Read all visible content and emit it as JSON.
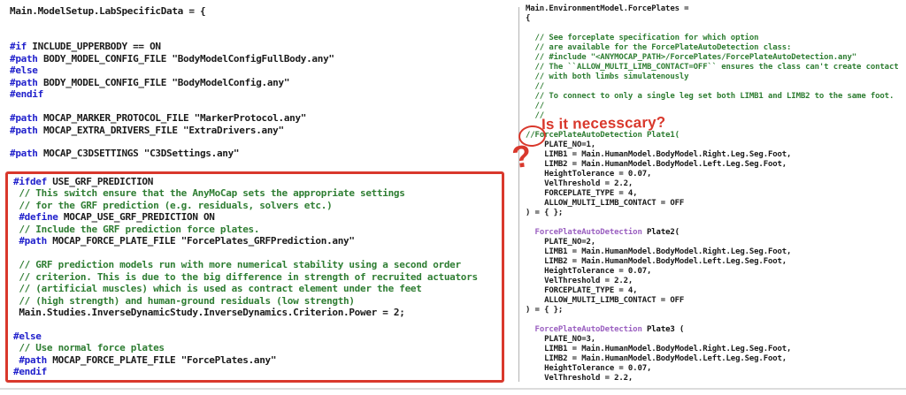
{
  "colors": {
    "preprocessor_blue": "#2121cc",
    "comment_green": "#2e7d32",
    "classname_purple": "#9a5fc0",
    "code_black": "#1a1a1a",
    "annotation_red": "#d9382c"
  },
  "left_panel": {
    "top_lines": [
      [
        {
          "t": "Main.ModelSetup.LabSpecificData = {",
          "c": "d"
        }
      ],
      [],
      [],
      [
        {
          "t": "#if",
          "c": "p"
        },
        {
          "t": " INCLUDE_UPPERBODY == ON",
          "c": "d"
        }
      ],
      [
        {
          "t": "#path",
          "c": "p"
        },
        {
          "t": " BODY_MODEL_CONFIG_FILE \"BodyModelConfigFullBody.any\"",
          "c": "d"
        }
      ],
      [
        {
          "t": "#else",
          "c": "p"
        }
      ],
      [
        {
          "t": "#path",
          "c": "p"
        },
        {
          "t": " BODY_MODEL_CONFIG_FILE \"BodyModelConfig.any\"",
          "c": "d"
        }
      ],
      [
        {
          "t": "#endif",
          "c": "p"
        }
      ],
      [],
      [
        {
          "t": "#path",
          "c": "p"
        },
        {
          "t": " MOCAP_MARKER_PROTOCOL_FILE \"MarkerProtocol.any\"",
          "c": "d"
        }
      ],
      [
        {
          "t": "#path",
          "c": "p"
        },
        {
          "t": " MOCAP_EXTRA_DRIVERS_FILE \"ExtraDrivers.any\"",
          "c": "d"
        }
      ],
      [],
      [
        {
          "t": "#path",
          "c": "p"
        },
        {
          "t": " MOCAP_C3DSETTINGS \"C3DSettings.any\"",
          "c": "d"
        }
      ]
    ],
    "boxed_lines": [
      [
        {
          "t": "#ifdef",
          "c": "p"
        },
        {
          "t": " USE_GRF_PREDICTION",
          "c": "d"
        }
      ],
      [
        {
          "t": " // This switch ensure that the AnyMoCap sets the appropriate settings",
          "c": "c"
        }
      ],
      [
        {
          "t": " // for the GRF prediction (e.g. residuals, solvers etc.)",
          "c": "c"
        }
      ],
      [
        {
          "t": " ",
          "c": "d"
        },
        {
          "t": "#define",
          "c": "p"
        },
        {
          "t": " MOCAP_USE_GRF_PREDICTION ON",
          "c": "d"
        }
      ],
      [
        {
          "t": " // Include the GRF prediction force plates.",
          "c": "c"
        }
      ],
      [
        {
          "t": " ",
          "c": "d"
        },
        {
          "t": "#path",
          "c": "p"
        },
        {
          "t": " MOCAP_FORCE_PLATE_FILE \"ForcePlates_GRFPrediction.any\"",
          "c": "d"
        }
      ],
      [],
      [
        {
          "t": " // GRF prediction models run with more numerical stability using a second order",
          "c": "c"
        }
      ],
      [
        {
          "t": " // criterion. This is due to the big difference in strength of recruited actuators",
          "c": "c"
        }
      ],
      [
        {
          "t": " // (artificial muscles) which is used as contract element under the feet",
          "c": "c"
        }
      ],
      [
        {
          "t": " // (high strength) and human-ground residuals (low strength)",
          "c": "c"
        }
      ],
      [
        {
          "t": " Main.Studies.InverseDynamicStudy.InverseDynamics.Criterion.Power = 2;",
          "c": "d"
        }
      ],
      [],
      [
        {
          "t": "#else",
          "c": "p"
        }
      ],
      [
        {
          "t": " // Use normal force plates",
          "c": "c"
        }
      ],
      [
        {
          "t": " ",
          "c": "d"
        },
        {
          "t": "#path",
          "c": "p"
        },
        {
          "t": " MOCAP_FORCE_PLATE_FILE \"ForcePlates.any\"",
          "c": "d"
        }
      ],
      [
        {
          "t": "#endif",
          "c": "p"
        }
      ]
    ]
  },
  "right_panel": {
    "lines": [
      [
        {
          "t": "Main.EnvironmentModel.ForcePlates =",
          "c": "d"
        }
      ],
      [
        {
          "t": "{",
          "c": "d"
        }
      ],
      [],
      [
        {
          "t": "  // See forceplate specification for which option",
          "c": "c"
        }
      ],
      [
        {
          "t": "  // are available for the ForcePlateAutoDetection class:",
          "c": "c"
        }
      ],
      [
        {
          "t": "  // #include \"<ANYMOCAP_PATH>/ForcePlates/ForcePlateAutoDetection.any\"",
          "c": "c"
        }
      ],
      [
        {
          "t": "  // The ``ALLOW_MULTI_LIMB_CONTACT=OFF`` ensures the class can't create contact",
          "c": "c"
        }
      ],
      [
        {
          "t": "  // with both limbs simulatenously",
          "c": "c"
        }
      ],
      [
        {
          "t": "  //",
          "c": "c"
        }
      ],
      [
        {
          "t": "  // To connect to only a single leg set both LIMB1 and LIMB2 to the same foot.",
          "c": "c"
        }
      ],
      [
        {
          "t": "  //",
          "c": "c"
        }
      ],
      [
        {
          "t": "  //",
          "c": "c"
        }
      ],
      [],
      [
        {
          "t": "//",
          "c": "c"
        },
        {
          "t": "ForcePlateAutoDetection Plate1(",
          "c": "c"
        }
      ],
      [
        {
          "t": "    PLATE_NO=1,",
          "c": "d"
        }
      ],
      [
        {
          "t": "    LIMB1 = Main.HumanModel.BodyModel.Right.Leg.Seg.Foot,",
          "c": "d"
        }
      ],
      [
        {
          "t": "    LIMB2 = Main.HumanModel.BodyModel.Left.Leg.Seg.Foot,",
          "c": "d"
        }
      ],
      [
        {
          "t": "    HeightTolerance = 0.07,",
          "c": "d"
        }
      ],
      [
        {
          "t": "    VelThreshold = 2.2,",
          "c": "d"
        }
      ],
      [
        {
          "t": "    FORCEPLATE_TYPE = 4,",
          "c": "d"
        }
      ],
      [
        {
          "t": "    ALLOW_MULTI_LIMB_CONTACT = OFF",
          "c": "d"
        }
      ],
      [
        {
          "t": ") = { };",
          "c": "d"
        }
      ],
      [],
      [
        {
          "t": "  ",
          "c": "d"
        },
        {
          "t": "ForcePlateAutoDetection",
          "c": "t"
        },
        {
          "t": " ",
          "c": "d"
        },
        {
          "t": "Plate2(",
          "c": "b"
        }
      ],
      [
        {
          "t": "    PLATE_NO=2,",
          "c": "d"
        }
      ],
      [
        {
          "t": "    LIMB1 = Main.HumanModel.BodyModel.Right.Leg.Seg.Foot,",
          "c": "d"
        }
      ],
      [
        {
          "t": "    LIMB2 = Main.HumanModel.BodyModel.Left.Leg.Seg.Foot,",
          "c": "d"
        }
      ],
      [
        {
          "t": "    HeightTolerance = 0.07,",
          "c": "d"
        }
      ],
      [
        {
          "t": "    VelThreshold = 2.2,",
          "c": "d"
        }
      ],
      [
        {
          "t": "    FORCEPLATE_TYPE = 4,",
          "c": "d"
        }
      ],
      [
        {
          "t": "    ALLOW_MULTI_LIMB_CONTACT = OFF",
          "c": "d"
        }
      ],
      [
        {
          "t": ") = { };",
          "c": "d"
        }
      ],
      [],
      [
        {
          "t": "  ",
          "c": "d"
        },
        {
          "t": "ForcePlateAutoDetection",
          "c": "t"
        },
        {
          "t": " ",
          "c": "d"
        },
        {
          "t": "Plate3 (",
          "c": "b"
        }
      ],
      [
        {
          "t": "    PLATE_NO=3,",
          "c": "d"
        }
      ],
      [
        {
          "t": "    LIMB1 = Main.HumanModel.BodyModel.Right.Leg.Seg.Foot,",
          "c": "d"
        }
      ],
      [
        {
          "t": "    LIMB2 = Main.HumanModel.BodyModel.Left.Leg.Seg.Foot,",
          "c": "d"
        }
      ],
      [
        {
          "t": "    HeightTolerance = 0.07,",
          "c": "d"
        }
      ],
      [
        {
          "t": "    VelThreshold = 2.2,",
          "c": "d"
        }
      ]
    ],
    "annotation": {
      "question_text": "Is it necesscary?",
      "question_mark_glyph": "?"
    }
  }
}
